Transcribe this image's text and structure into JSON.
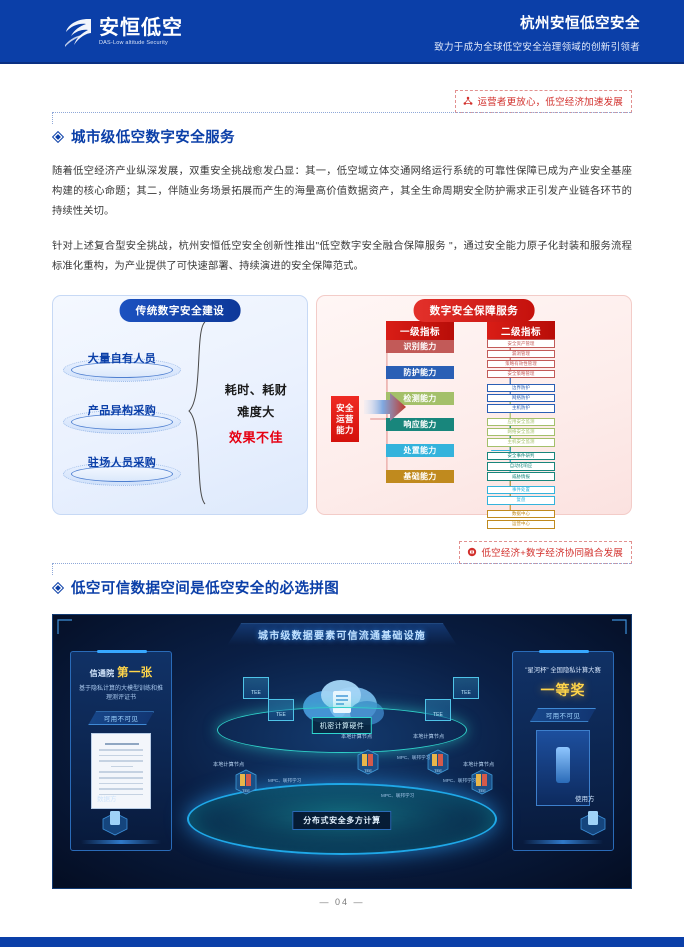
{
  "header": {
    "logo_cn": "安恒低空",
    "logo_en": "DAS-Low altitude Security",
    "title": "杭州安恒低空安全",
    "subtitle": "致力于成为全球低空安全治理领域的创新引领者"
  },
  "section1": {
    "tag": "运营者更放心，低空经济加速发展",
    "tag_icon": "network-icon",
    "heading": "城市级低空数字安全服务",
    "heading_icon": "diamond-bullet-icon",
    "paragraphs": [
      "随着低空经济产业纵深发展，双重安全挑战愈发凸显：其一，低空域立体交通网络运行系统的可靠性保障已成为产业安全基座构建的核心命题；其二，伴随业务场景拓展而产生的海量高价值数据资产，其全生命周期安全防护需求正引发产业链各环节的持续性关切。",
      "针对上述复合型安全挑战，杭州安恒低空安全创新性推出\"低空数字安全融合保障服务 \"，通过安全能力原子化封装和服务流程标准化重构，为产业提供了可快速部署、持续演进的安全保障范式。"
    ]
  },
  "diagram": {
    "left": {
      "cap": "传统数字安全建设",
      "items": [
        "大量自有人员",
        "产品异构采购",
        "驻场人员采购"
      ],
      "result_lines": [
        "耗时、耗财",
        "难度大"
      ],
      "result_bad": "效果不佳"
    },
    "arrow_icon": "right-arrow-icon",
    "right": {
      "cap": "数字安全保障服务",
      "core": "安全运营能力",
      "core_lines": [
        "安全",
        "运营",
        "能力"
      ],
      "col_head_lvl1": "一级指标",
      "col_head_lvl2": "二级指标",
      "capabilities": [
        {
          "name": "识别能力",
          "color": "#c25a58",
          "sub": [
            "安全资产管理",
            "漏洞管理",
            "策略有效性管理",
            "安全策略管理"
          ]
        },
        {
          "name": "防护能力",
          "color": "#2a5fb5",
          "sub": [
            "边界防护",
            "网络防护",
            "主机防护"
          ]
        },
        {
          "name": "检测能力",
          "color": "#a4c06a",
          "sub": [
            "应用安全监测",
            "网络安全监测",
            "主机安全监测"
          ]
        },
        {
          "name": "响应能力",
          "color": "#18867c",
          "sub": [
            "安全事件研判",
            "自动化响应",
            "威胁情报"
          ]
        },
        {
          "name": "处置能力",
          "color": "#34b3dc",
          "sub": [
            "事件处置",
            "复盘"
          ]
        },
        {
          "name": "基础能力",
          "color": "#c08a1e",
          "sub": [
            "数据中心",
            "运营中心"
          ]
        }
      ]
    }
  },
  "section2": {
    "tag": "低空经济+数字经济协同融合发展",
    "tag_icon": "target-icon",
    "heading": "低空可信数据空间是低空安全的必选拼图",
    "heading_icon": "diamond-bullet-icon"
  },
  "figure": {
    "title": "城市级数据要素可信流通基础设施",
    "left_card": {
      "title_prefix": "信通院",
      "title_big": "第一张",
      "desc": "基于隐私计算的大模型训练和推理测评证书",
      "chip": "可用不可见",
      "visual": "certificate-icon"
    },
    "right_card": {
      "title": "\"星河杯\" 全国隐私计算大赛",
      "award": "一等奖",
      "chip": "可用不可见",
      "visual": "trophy-icon"
    },
    "cloud_label": "机密计算硬件",
    "cloud_icon": "cloud-shield-icon",
    "tee_label": "TEE",
    "platform_label": "分布式安全多方计算",
    "node_label": "本地计算节点",
    "mpc_label": "MPC、联邦学习",
    "left_role": "数据方",
    "right_role": "使用方"
  },
  "footer": {
    "page_number": "— 04 —"
  },
  "colors": {
    "brand_blue": "#0b3fa8",
    "accent_red": "#d2302c",
    "bad_red": "#e60012"
  }
}
